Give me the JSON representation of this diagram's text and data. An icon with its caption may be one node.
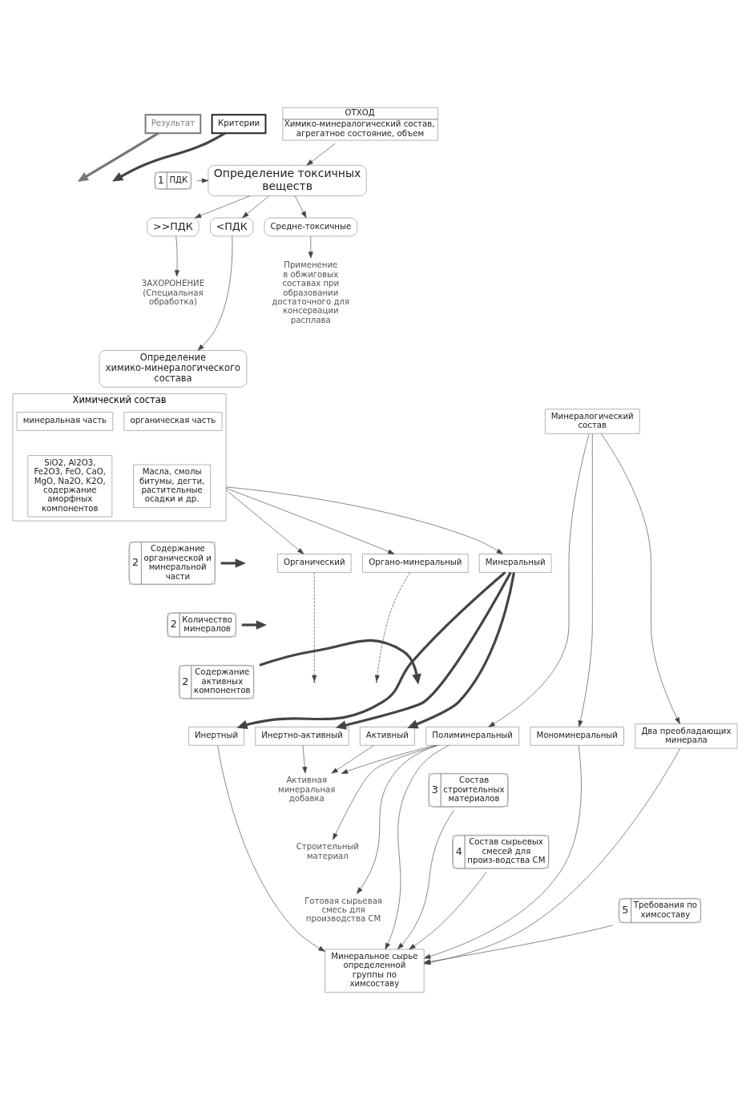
{
  "diagram": {
    "nodes": [
      {
        "text": [
          "Результат"
        ]
      },
      {
        "text": [
          "Критерии"
        ]
      },
      {
        "text": [
          "ОТХОД",
          "Химико-минералогический состав, агрегатное состояние, объем"
        ]
      },
      {
        "text": [
          "Определение токсичных веществ"
        ]
      },
      {
        "text": [
          "1",
          "ПДК"
        ]
      },
      {
        "text": [
          ">>ПДК"
        ]
      },
      {
        "text": [
          "Средне-токсичные"
        ]
      },
      {
        "text": [
          "<ПДК"
        ]
      },
      {
        "text": [
          "ЗАХОРОНЕНИЕ",
          "(Специальная обработка)"
        ]
      },
      {
        "text": [
          "Применение",
          "в обжиговых составах при образовании достаточного для консервации расплава"
        ]
      },
      {
        "text": [
          "Определение химико-минералогического состава"
        ]
      },
      {
        "text": [
          "Химический состав"
        ]
      },
      {
        "text": [
          "органическая часть"
        ],
        "in": 11
      },
      {
        "text": [
          "минеральная часть"
        ],
        "in": 11
      },
      {
        "text": [
          "Масла, смолы битумы, дегти, растительные осадки и др."
        ],
        "in": 11
      },
      {
        "text": [
          "SiO2, Al2O3, Fe2O3, FeO, CaO, MgO, Na2O, K2O, содержание аморфных компонентов"
        ],
        "in": 11
      },
      {
        "text": [
          "Минералогический состав"
        ]
      },
      {
        "text": [
          "2",
          "Содержание органической и минеральной части"
        ]
      },
      {
        "text": [
          "Органический"
        ]
      },
      {
        "text": [
          "Органо-минеральный"
        ]
      },
      {
        "text": [
          "Минеральный"
        ]
      },
      {
        "text": [
          "2",
          "Количество минералов"
        ]
      },
      {
        "text": [
          "2",
          "Содержание активных компонентов"
        ]
      },
      {
        "text": [
          "Инертный"
        ]
      },
      {
        "text": [
          "Инертно-активный"
        ]
      },
      {
        "text": [
          "Активный"
        ]
      },
      {
        "text": [
          "Мономинеральный"
        ]
      },
      {
        "text": [
          "Два преобладающих минерала"
        ]
      },
      {
        "text": [
          "Полиминеральный"
        ]
      },
      {
        "text": [
          "Активная минеральная добавка"
        ]
      },
      {
        "text": [
          "3",
          "Состав строительных материалов"
        ]
      },
      {
        "text": [
          "Строительный материал"
        ]
      },
      {
        "text": [
          "4",
          "Состав сырьевых смесей для произ-водства СМ"
        ]
      },
      {
        "text": [
          "Готовая сырьевая смесь для производства СМ"
        ]
      },
      {
        "text": [
          "5",
          "Требования по химсоставу"
        ]
      },
      {
        "text": [
          "Минеральное сырье определенной группы по химсоставу"
        ]
      }
    ],
    "edges": [
      {
        "from": 0,
        "to": null,
        "arrow": "to",
        "style": "thick",
        "color": "#777777"
      },
      {
        "from": 1,
        "to": null,
        "arrow": "to",
        "style": "thick"
      },
      {
        "from": 2,
        "to": 3,
        "arrow": "to"
      },
      {
        "from": 4,
        "to": 3,
        "arrow": "to"
      },
      {
        "from": 3,
        "to": 5,
        "arrow": "to"
      },
      {
        "from": 3,
        "to": 6,
        "arrow": "to"
      },
      {
        "from": 3,
        "to": 7,
        "arrow": "to"
      },
      {
        "from": 5,
        "to": 8,
        "arrow": "to"
      },
      {
        "from": 6,
        "to": 9,
        "arrow": "to"
      },
      {
        "from": 7,
        "to": 10,
        "arrow": "to"
      },
      {
        "from": 17,
        "to": null,
        "arrow": "to",
        "style": "thick"
      },
      {
        "from": 11,
        "to": 18,
        "arrow": "to"
      },
      {
        "from": 11,
        "to": 19,
        "arrow": "to"
      },
      {
        "from": 11,
        "to": 20,
        "arrow": "to"
      },
      {
        "from": 21,
        "to": null,
        "arrow": "to",
        "style": "thick"
      },
      {
        "from": 16,
        "to": 26,
        "arrow": "to"
      },
      {
        "from": 16,
        "to": 27,
        "arrow": "to"
      },
      {
        "from": 16,
        "to": 28,
        "arrow": "to"
      },
      {
        "from": 18,
        "to": null,
        "arrow": "to",
        "style": "dashed"
      },
      {
        "from": 19,
        "to": null,
        "arrow": "to",
        "style": "dashed"
      },
      {
        "from": 22,
        "to": null,
        "arrow": "to",
        "style": "thick"
      },
      {
        "from": 20,
        "to": 23,
        "arrow": "to",
        "style": "thick"
      },
      {
        "from": 20,
        "to": 24,
        "arrow": "to",
        "style": "thick"
      },
      {
        "from": 20,
        "to": 25,
        "arrow": "to",
        "style": "thick"
      },
      {
        "from": 24,
        "to": 29,
        "arrow": "to"
      },
      {
        "from": 25,
        "to": 29,
        "arrow": "to"
      },
      {
        "from": 23,
        "to": 35,
        "arrow": "to"
      },
      {
        "from": 30,
        "to": 35,
        "arrow": "to"
      },
      {
        "from": 32,
        "to": 35,
        "arrow": "to"
      },
      {
        "from": 34,
        "to": 35,
        "arrow": "to"
      },
      {
        "from": 26,
        "to": 35,
        "arrow": "to"
      },
      {
        "from": 27,
        "to": 35,
        "arrow": "to"
      },
      {
        "from": 28,
        "to": 35,
        "arrow": "to"
      },
      {
        "from": 28,
        "to": 29,
        "arrow": "to"
      },
      {
        "from": 28,
        "to": 31,
        "arrow": "to"
      },
      {
        "from": 28,
        "to": 33,
        "arrow": "to"
      }
    ]
  }
}
